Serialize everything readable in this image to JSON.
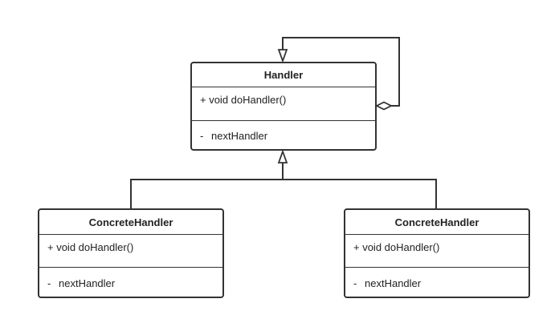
{
  "diagram": {
    "classes": {
      "handler": {
        "name": "Handler",
        "method": "+ void doHandler()",
        "field_visibility": "-",
        "field_name": "nextHandler"
      },
      "concrete_left": {
        "name": "ConcreteHandler",
        "method": "+ void doHandler()",
        "field_visibility": "-",
        "field_name": "nextHandler"
      },
      "concrete_right": {
        "name": "ConcreteHandler",
        "method": "+ void doHandler()",
        "field_visibility": "-",
        "field_name": "nextHandler"
      }
    },
    "relations": [
      {
        "type": "generalization",
        "from": "ConcreteHandler",
        "to": "Handler"
      },
      {
        "type": "generalization",
        "from": "ConcreteHandler",
        "to": "Handler"
      },
      {
        "type": "aggregation",
        "from": "Handler",
        "to": "Handler"
      }
    ],
    "colors": {
      "stroke": "#333333",
      "background": "#ffffff"
    }
  }
}
